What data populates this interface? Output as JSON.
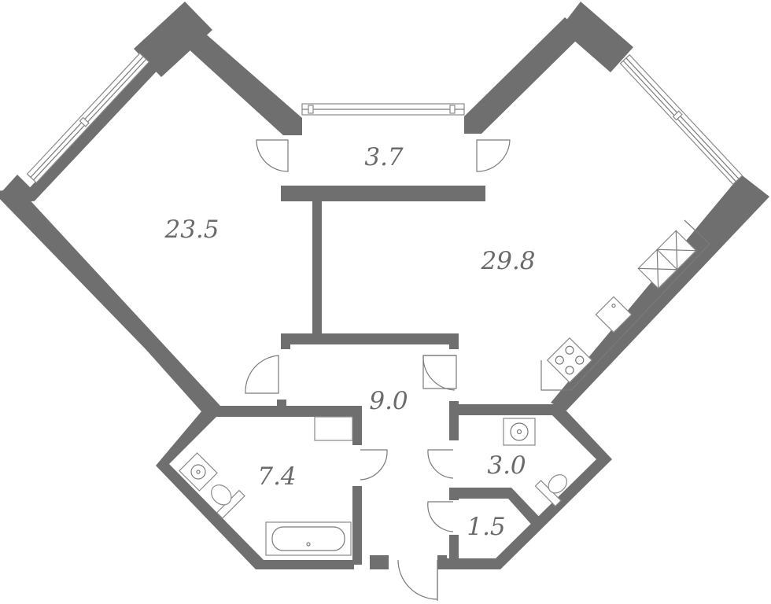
{
  "rooms": [
    {
      "id": "room-left",
      "area": "23.5"
    },
    {
      "id": "room-right",
      "area": "29.8"
    },
    {
      "id": "balcony",
      "area": "3.7"
    },
    {
      "id": "hall",
      "area": "9.0"
    },
    {
      "id": "bathroom",
      "area": "7.4"
    },
    {
      "id": "wc",
      "area": "3.0"
    },
    {
      "id": "closet",
      "area": "1.5"
    }
  ],
  "colors": {
    "wall": "#6f6f6f",
    "label": "#6a6a6a",
    "fixture": "#8a8a8a"
  }
}
